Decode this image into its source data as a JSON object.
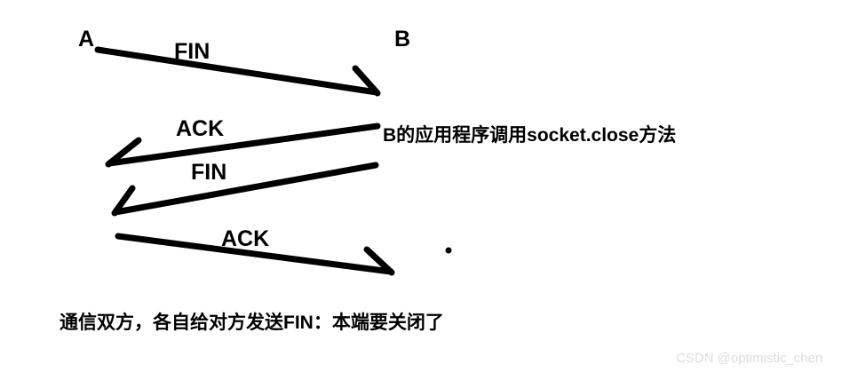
{
  "diagram": {
    "type": "sequence-diagram",
    "title_caption": "通信双方，各自给对方发送FIN：本端要关闭了",
    "stroke_color": "#000000",
    "background_color": "#ffffff",
    "endpoints": [
      {
        "id": "a",
        "label": "A"
      },
      {
        "id": "b",
        "label": "B"
      }
    ],
    "messages": [
      {
        "id": "msg1",
        "label": "FIN",
        "direction": "a-to-b"
      },
      {
        "id": "msg2",
        "label": "ACK",
        "direction": "b-to-a"
      },
      {
        "id": "msg3",
        "label": "FIN",
        "direction": "b-to-a"
      },
      {
        "id": "msg4",
        "label": "ACK",
        "direction": "a-to-b"
      }
    ],
    "annotations": [
      {
        "id": "note1",
        "text": "B的应用程序调用socket.close方法"
      }
    ],
    "marks": [
      {
        "id": "dot1",
        "shape": "dot"
      }
    ]
  },
  "watermark": {
    "text": "CSDN @optimistic_chen",
    "color": "#dcdcdc"
  }
}
